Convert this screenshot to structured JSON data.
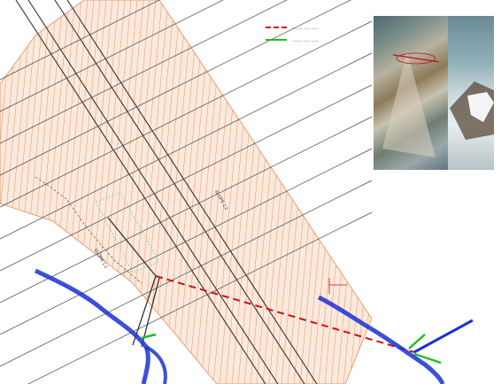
{
  "legend": {
    "items": [
      {
        "label": "——— —— ——",
        "color": "#d01010",
        "style": "dashed"
      },
      {
        "label": "——— —— ——",
        "color": "#20c020",
        "style": "solid"
      }
    ]
  },
  "photos": {
    "aerial_label": "",
    "oblique_label": ""
  },
  "drawing_labels": {
    "slope_right": "SLOPE 1:2",
    "slope_left": "SLOPE 1:2",
    "road_label": "",
    "pipe_label": "",
    "hydrant_label": ""
  },
  "colors": {
    "hatch": "#e8a27a",
    "road_edge": "#333333",
    "stream": "#1a2fd6",
    "proposed_line": "#d01010",
    "green_arrow": "#20c020",
    "blue_arrow": "#1a2fd6"
  }
}
